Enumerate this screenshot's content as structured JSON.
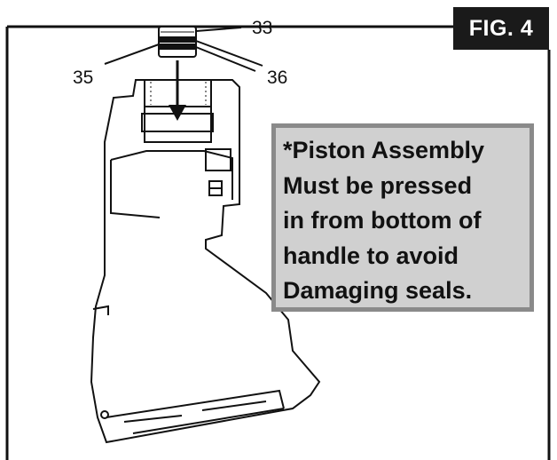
{
  "figure": {
    "label": "FIG. 4"
  },
  "callouts": {
    "c33": "33",
    "c35": "35",
    "c36": "36"
  },
  "note": {
    "lines": [
      "*Piston Assembly",
      "Must be pressed",
      "in from bottom of",
      "handle to avoid",
      "Damaging seals."
    ]
  },
  "colors": {
    "note_fill": "#d0d0d0",
    "note_border": "#8a8a8a",
    "label_fill": "#1a1a1a"
  }
}
